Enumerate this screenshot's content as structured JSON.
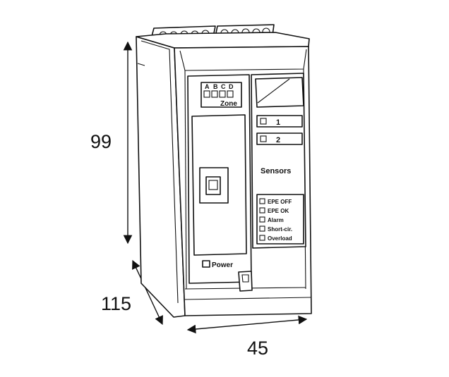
{
  "dimensions": {
    "height": "99",
    "depth": "115",
    "width": "45"
  },
  "zone": {
    "letters": [
      "A",
      "B",
      "C",
      "D"
    ],
    "label": "Zone"
  },
  "channels": [
    "1",
    "2"
  ],
  "sensors_label": "Sensors",
  "status_leds": [
    "EPE OFF",
    "EPE OK",
    "Alarm",
    "Short-cir.",
    "Overload"
  ],
  "power_label": "Power"
}
